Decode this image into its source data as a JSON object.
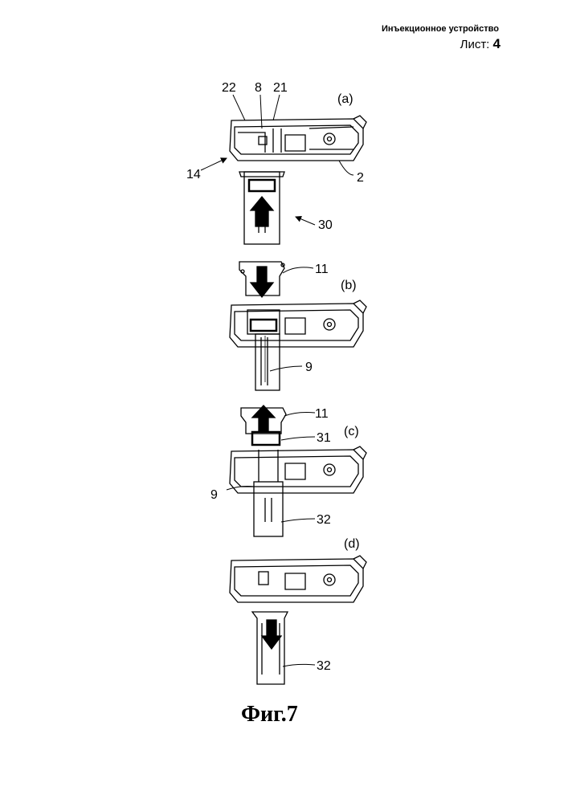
{
  "header": {
    "title": "Инъекционное устройство",
    "sheet_label": "Лист:",
    "sheet_number": "4"
  },
  "figure": {
    "caption": "Фиг.7",
    "panels": {
      "a": {
        "label": "(a)",
        "refs": [
          "22",
          "8",
          "21",
          "14",
          "2",
          "30"
        ]
      },
      "b": {
        "label": "(b)",
        "refs": [
          "11",
          "9"
        ]
      },
      "c": {
        "label": "(c)",
        "refs": [
          "11",
          "31",
          "9",
          "32"
        ]
      },
      "d": {
        "label": "(d)",
        "refs": [
          "32"
        ]
      }
    }
  }
}
